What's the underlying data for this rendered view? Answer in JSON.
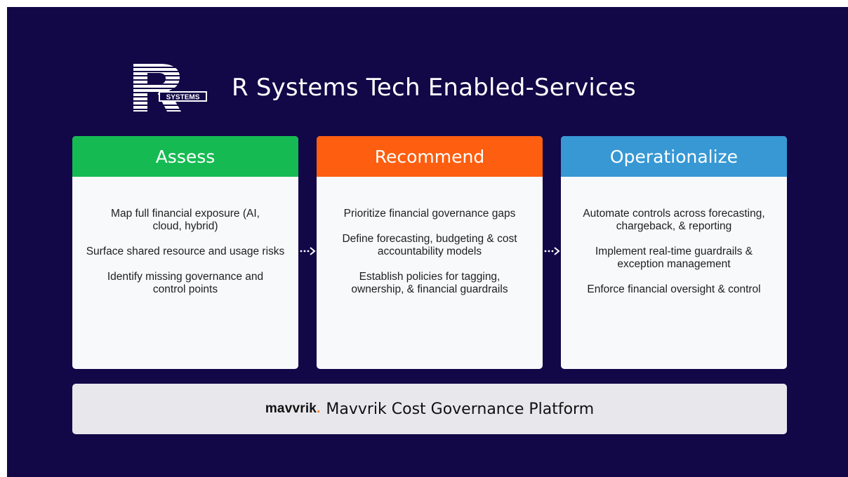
{
  "header": {
    "logo_text": "SYSTEMS",
    "title": "R Systems Tech Enabled-Services"
  },
  "stages": [
    {
      "title": "Assess",
      "color": "#15bb52",
      "items": [
        "Map full financial exposure (AI, cloud, hybrid)",
        "Surface shared resource and usage risks",
        "Identify missing governance and control points"
      ]
    },
    {
      "title": "Recommend",
      "color": "#fd5e0f",
      "items": [
        "Prioritize financial governance gaps",
        "Define forecasting, budgeting & cost accountability models",
        "Establish policies for tagging, ownership, & financial guardrails"
      ]
    },
    {
      "title": "Operationalize",
      "color": "#3798d4",
      "items": [
        "Automate controls across forecasting, chargeback, & reporting",
        "Implement real-time guardrails & exception management",
        "Enforce financial oversight & control"
      ]
    }
  ],
  "platform": {
    "brand": "mavvrik",
    "brand_dot": ".",
    "name": "Mavvrik Cost Governance Platform"
  },
  "colors": {
    "background": "#120747",
    "card_body": "#f8f9fb",
    "platform_bar": "#e8e7ec",
    "brand_dot": "#f47c20"
  }
}
